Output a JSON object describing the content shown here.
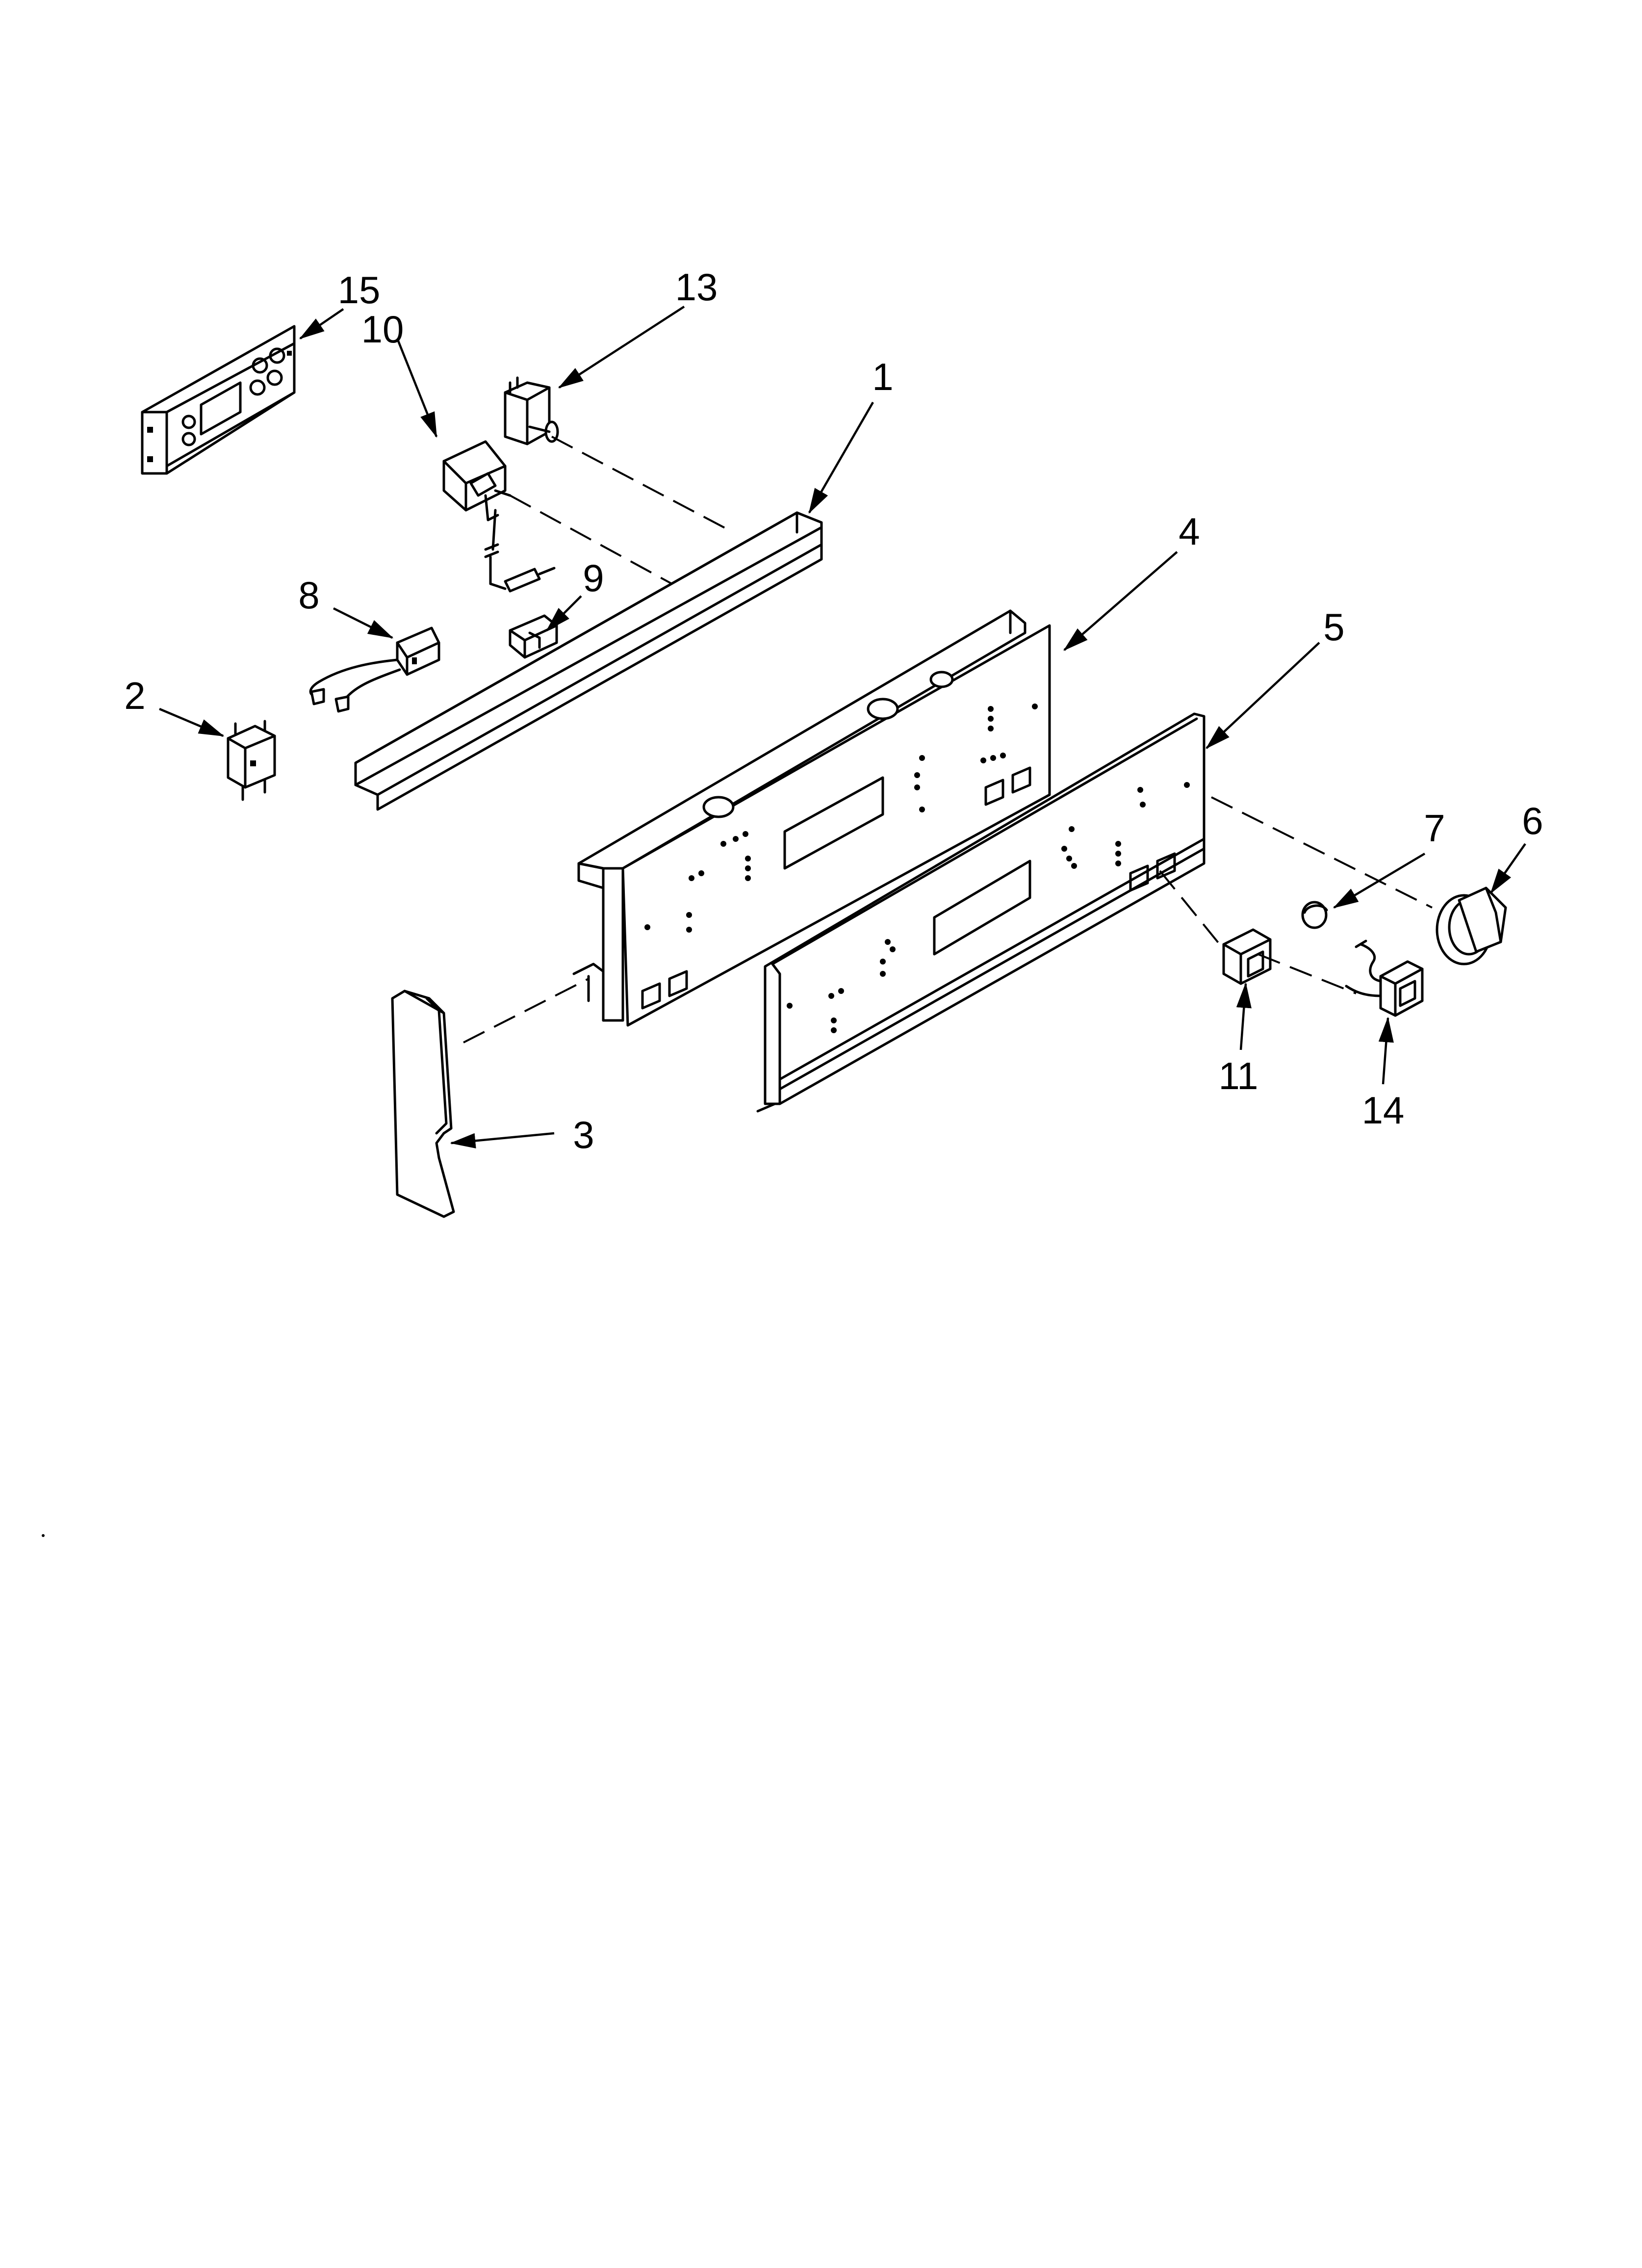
{
  "diagram": {
    "callouts": [
      {
        "id": "c15",
        "label": "15"
      },
      {
        "id": "c10",
        "label": "10"
      },
      {
        "id": "c13",
        "label": "13"
      },
      {
        "id": "c1",
        "label": "1"
      },
      {
        "id": "c4",
        "label": "4"
      },
      {
        "id": "c8",
        "label": "8"
      },
      {
        "id": "c9",
        "label": "9"
      },
      {
        "id": "c2",
        "label": "2"
      },
      {
        "id": "c5",
        "label": "5"
      },
      {
        "id": "c7",
        "label": "7"
      },
      {
        "id": "c6",
        "label": "6"
      },
      {
        "id": "c11",
        "label": "11"
      },
      {
        "id": "c14",
        "label": "14"
      },
      {
        "id": "c3",
        "label": "3"
      }
    ]
  }
}
